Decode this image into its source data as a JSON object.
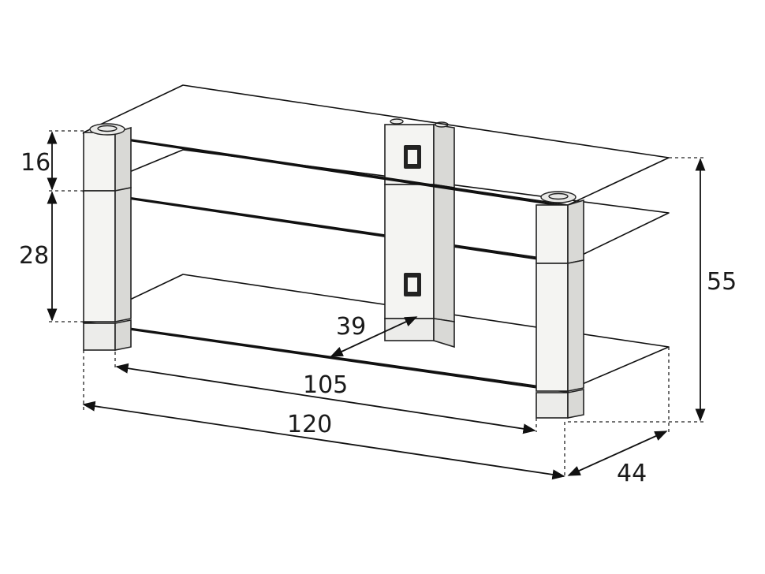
{
  "dimensions": {
    "shelf_gap_top": "16",
    "shelf_gap_bottom": "28",
    "total_height": "55",
    "depth_inner": "39",
    "inner_width": "105",
    "total_width": "120",
    "depth_total": "44"
  },
  "colors": {
    "line": "#111111",
    "post_front": "#f4f4f2",
    "post_side": "#d9d9d6"
  }
}
